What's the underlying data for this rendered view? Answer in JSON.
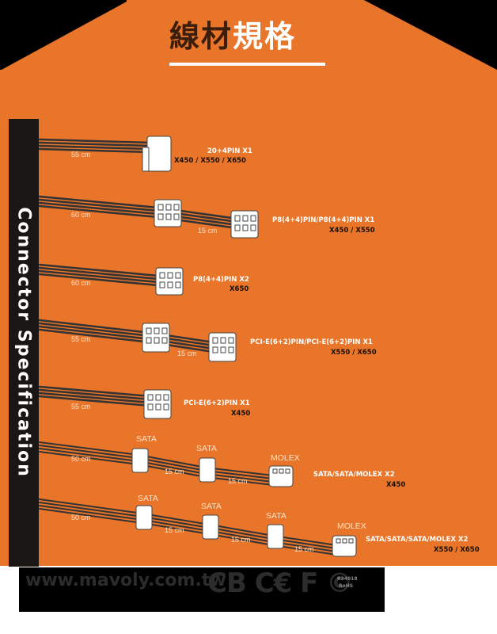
{
  "colors": {
    "orange": "#e8752a",
    "black": "#000000",
    "dark_brown": "#3a1d0b",
    "white": "#ffffff"
  },
  "title": {
    "part1": "線材",
    "part2": "規格"
  },
  "side_label": "Connector Specification",
  "cables": [
    {
      "length": "55 cm",
      "name": "20+4PIN X1",
      "models": "X450 / X550 / X650"
    },
    {
      "length": "60 cm",
      "segment": "15 cm",
      "name": "P8(4+4)PIN/P8(4+4)PIN X1",
      "models": "X450 / X550"
    },
    {
      "length": "60 cm",
      "name": "P8(4+4)PIN X2",
      "models": "X650"
    },
    {
      "length": "55 cm",
      "segment": "15 cm",
      "name": "PCI-E(6+2)PIN/PCI-E(6+2)PIN X1",
      "models": "X550 / X650"
    },
    {
      "length": "55 cm",
      "name": "PCI-E(6+2)PIN X1",
      "models": "X450"
    },
    {
      "length": "50 cm",
      "segments": [
        "15 cm",
        "15 cm"
      ],
      "connectors": [
        "SATA",
        "SATA",
        "MOLEX"
      ],
      "name": "SATA/SATA/MOLEX X2",
      "models": "X450"
    },
    {
      "length": "50 cm",
      "segments": [
        "15 cm",
        "15 cm",
        "15 cm"
      ],
      "connectors": [
        "SATA",
        "SATA",
        "SATA",
        "MOLEX"
      ],
      "name": "SATA/SATA/SATA/MOLEX X2",
      "models": "X550 / X650"
    }
  ],
  "footer": {
    "url": "www.mavoly.com.tw",
    "cert_marks": "CB C€ F ©",
    "cert_code": "R34918",
    "rohs": "RoHS"
  }
}
